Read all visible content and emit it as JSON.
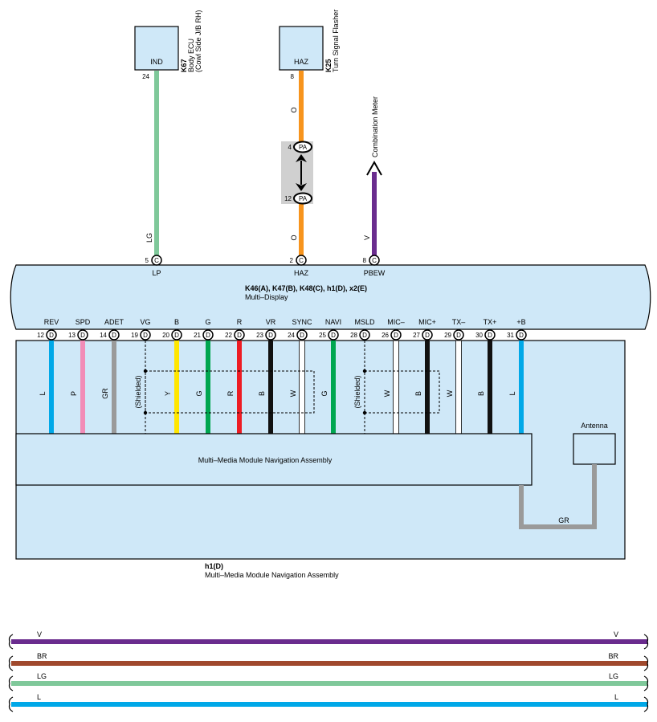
{
  "colors": {
    "box_fill": "#cfe8f8",
    "connector_gray": "#d0d0d0",
    "wire_orange": "#f7941d",
    "wire_lightgreen": "#7fc89a",
    "wire_violet": "#6a2c8e",
    "wire_brown": "#a0492d",
    "wire_blue": "#00a8e8",
    "wire_pink": "#f28cb7",
    "wire_gray": "#9a9a9a",
    "wire_yellow": "#ffe600",
    "wire_green": "#00a650",
    "wire_red": "#ed1c24",
    "wire_black": "#111111",
    "wire_white": "#ffffff"
  },
  "top_components": [
    {
      "pin_name": "IND",
      "pin_no": "24",
      "code": "K67",
      "line1": "Body ECU",
      "line2": "(Cowl Side J/B RH)",
      "wire_label": "LG",
      "bottom_pin_no": "5",
      "connector": "C",
      "signal": "LP"
    },
    {
      "pin_name": "HAZ",
      "pin_no": "8",
      "code": "K25",
      "line1": "Turn Signal Flasher",
      "line2": "",
      "wire_label_top": "O",
      "wire_label_bottom": "O",
      "splice_top_no": "4",
      "splice_bottom_no": "12",
      "splice_label": "PA",
      "bottom_pin_no": "2",
      "connector": "C",
      "signal": "HAZ"
    },
    {
      "arrow_label": "Combination Meter",
      "wire_label": "V",
      "bottom_pin_no": "8",
      "connector": "C",
      "signal": "PBEW"
    }
  ],
  "multi_display": {
    "title": "K46(A), K47(B), K48(C), h1(D), x2(E)",
    "subtitle": "Multi–Display"
  },
  "pins": [
    {
      "signal": "REV",
      "no": "12",
      "connector": "D",
      "wire": "L"
    },
    {
      "signal": "SPD",
      "no": "13",
      "connector": "D",
      "wire": "P"
    },
    {
      "signal": "ADET",
      "no": "14",
      "connector": "D",
      "wire": "GR"
    },
    {
      "signal": "VG",
      "no": "19",
      "connector": "D",
      "wire": "(Shielded)"
    },
    {
      "signal": "B",
      "no": "20",
      "connector": "D",
      "wire": "Y"
    },
    {
      "signal": "G",
      "no": "21",
      "connector": "D",
      "wire": "G"
    },
    {
      "signal": "R",
      "no": "22",
      "connector": "D",
      "wire": "R"
    },
    {
      "signal": "VR",
      "no": "23",
      "connector": "D",
      "wire": "B"
    },
    {
      "signal": "SYNC",
      "no": "24",
      "connector": "D",
      "wire": "W"
    },
    {
      "signal": "NAVI",
      "no": "25",
      "connector": "D",
      "wire": "G"
    },
    {
      "signal": "MSLD",
      "no": "28",
      "connector": "D",
      "wire": "(Shielded)"
    },
    {
      "signal": "MIC–",
      "no": "26",
      "connector": "D",
      "wire": "W"
    },
    {
      "signal": "MIC+",
      "no": "27",
      "connector": "D",
      "wire": "B"
    },
    {
      "signal": "TX–",
      "no": "29",
      "connector": "D",
      "wire": "W"
    },
    {
      "signal": "TX+",
      "no": "30",
      "connector": "D",
      "wire": "B"
    },
    {
      "signal": "+B",
      "no": "31",
      "connector": "D",
      "wire": "L"
    }
  ],
  "module": {
    "inner_label": "Multi–Media Module Navigation Assembly",
    "antenna_label": "Antenna",
    "antenna_wire": "GR",
    "code": "h1(D)",
    "name": "Multi–Media Module Navigation Assembly"
  },
  "bus_wires": [
    {
      "label": "V"
    },
    {
      "label": "BR"
    },
    {
      "label": "LG"
    },
    {
      "label": "L"
    }
  ]
}
